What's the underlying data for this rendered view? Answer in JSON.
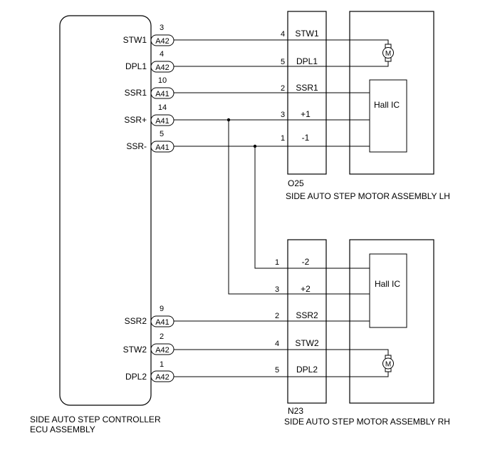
{
  "ecu": {
    "title_line1": "SIDE AUTO STEP CONTROLLER",
    "title_line2": "ECU ASSEMBLY",
    "pins": [
      {
        "label": "STW1",
        "pin": "3",
        "connector": "A42"
      },
      {
        "label": "DPL1",
        "pin": "4",
        "connector": "A42"
      },
      {
        "label": "SSR1",
        "pin": "10",
        "connector": "A41"
      },
      {
        "label": "SSR+",
        "pin": "14",
        "connector": "A41"
      },
      {
        "label": "SSR-",
        "pin": "5",
        "connector": "A41"
      },
      {
        "label": "SSR2",
        "pin": "9",
        "connector": "A41"
      },
      {
        "label": "STW2",
        "pin": "2",
        "connector": "A42"
      },
      {
        "label": "DPL2",
        "pin": "1",
        "connector": "A42"
      }
    ]
  },
  "lh": {
    "connector_code": "O25",
    "title": "SIDE AUTO STEP MOTOR ASSEMBLY LH",
    "pins": [
      {
        "num": "4",
        "label": "STW1"
      },
      {
        "num": "5",
        "label": "DPL1"
      },
      {
        "num": "2",
        "label": "SSR1"
      },
      {
        "num": "3",
        "label": "+1"
      },
      {
        "num": "1",
        "label": "-1"
      }
    ],
    "motor_symbol": "M",
    "sensor_label": "Hall IC"
  },
  "rh": {
    "connector_code": "N23",
    "title": "SIDE AUTO STEP MOTOR ASSEMBLY RH",
    "pins": [
      {
        "num": "1",
        "label": "-2"
      },
      {
        "num": "3",
        "label": "+2"
      },
      {
        "num": "2",
        "label": "SSR2"
      },
      {
        "num": "4",
        "label": "STW2"
      },
      {
        "num": "5",
        "label": "DPL2"
      }
    ],
    "motor_symbol": "M",
    "sensor_label": "Hall IC"
  }
}
